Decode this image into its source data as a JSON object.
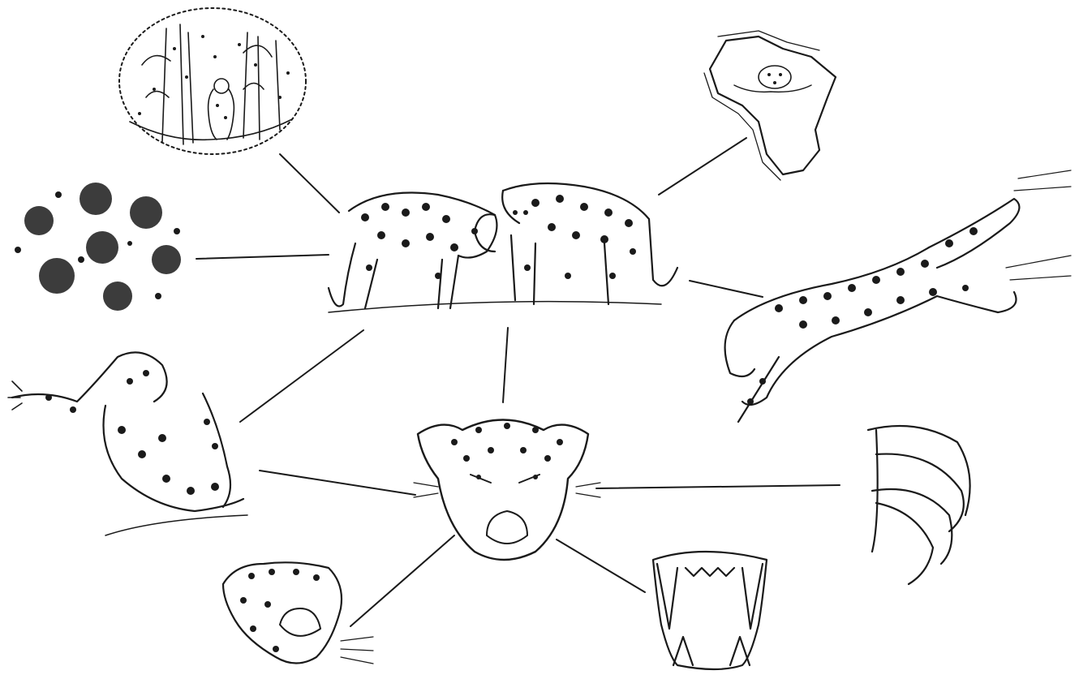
{
  "diagram": {
    "ink_color": "#1a1a1a",
    "background_color": "#ffffff",
    "center_node": "two-jaguars",
    "nodes": [
      {
        "id": "two-jaguars",
        "icon": "two-jaguars-icon"
      },
      {
        "id": "jaguar-head",
        "icon": "snarling-jaguar-head-icon"
      },
      {
        "id": "rainforest",
        "icon": "rainforest-habitat-icon"
      },
      {
        "id": "africa-map",
        "icon": "africa-map-icon"
      },
      {
        "id": "rosettes",
        "icon": "rosette-pattern-icon"
      },
      {
        "id": "running-jaguar",
        "icon": "running-jaguar-icon"
      },
      {
        "id": "pouncing-jaguar",
        "icon": "pouncing-jaguar-icon"
      },
      {
        "id": "claws",
        "icon": "paw-claws-icon"
      },
      {
        "id": "roaring-jaguar",
        "icon": "roaring-jaguar-head-icon"
      },
      {
        "id": "fangs",
        "icon": "fangs-icon"
      }
    ],
    "edges": [
      [
        "two-jaguars",
        "rainforest"
      ],
      [
        "two-jaguars",
        "africa-map"
      ],
      [
        "two-jaguars",
        "rosettes"
      ],
      [
        "two-jaguars",
        "running-jaguar"
      ],
      [
        "two-jaguars",
        "pouncing-jaguar"
      ],
      [
        "two-jaguars",
        "jaguar-head"
      ],
      [
        "jaguar-head",
        "pouncing-jaguar"
      ],
      [
        "jaguar-head",
        "claws"
      ],
      [
        "jaguar-head",
        "roaring-jaguar"
      ],
      [
        "jaguar-head",
        "fangs"
      ]
    ]
  }
}
